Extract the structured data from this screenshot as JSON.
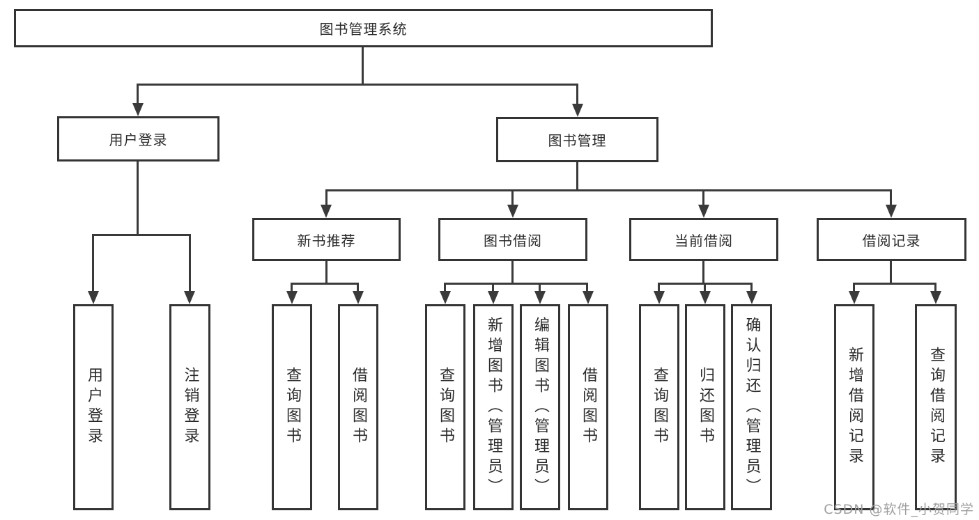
{
  "diagram": {
    "type": "tree",
    "title": "图书管理系统",
    "description_colors": {
      "line": "#3a3a3a",
      "box_border": "#343434",
      "text": "#2a2a2a",
      "watermark": "#9e9e9e",
      "background": "#ffffff"
    }
  },
  "hierarchy": [
    {
      "label": "图书管理系统",
      "children": [
        {
          "label": "用户登录",
          "children": [
            {
              "label": "用户登录"
            },
            {
              "label": "注销登录"
            }
          ]
        },
        {
          "label": "图书管理",
          "children": [
            {
              "label": "新书推荐",
              "children": [
                {
                  "label": "查询图书"
                },
                {
                  "label": "借阅图书"
                }
              ]
            },
            {
              "label": "图书借阅",
              "children": [
                {
                  "label": "查询图书"
                },
                {
                  "label": "新增图书（管理员）"
                },
                {
                  "label": "编辑图书（管理员）"
                },
                {
                  "label": "借阅图书"
                }
              ]
            },
            {
              "label": "当前借阅",
              "children": [
                {
                  "label": "查询图书"
                },
                {
                  "label": "归还图书"
                },
                {
                  "label": "确认归还（管理员）"
                }
              ]
            },
            {
              "label": "借阅记录",
              "children": [
                {
                  "label": "新增借阅记录"
                },
                {
                  "label": "查询借阅记录"
                }
              ]
            }
          ]
        }
      ]
    }
  ],
  "watermark": "CSDN @软件_小贺同学"
}
